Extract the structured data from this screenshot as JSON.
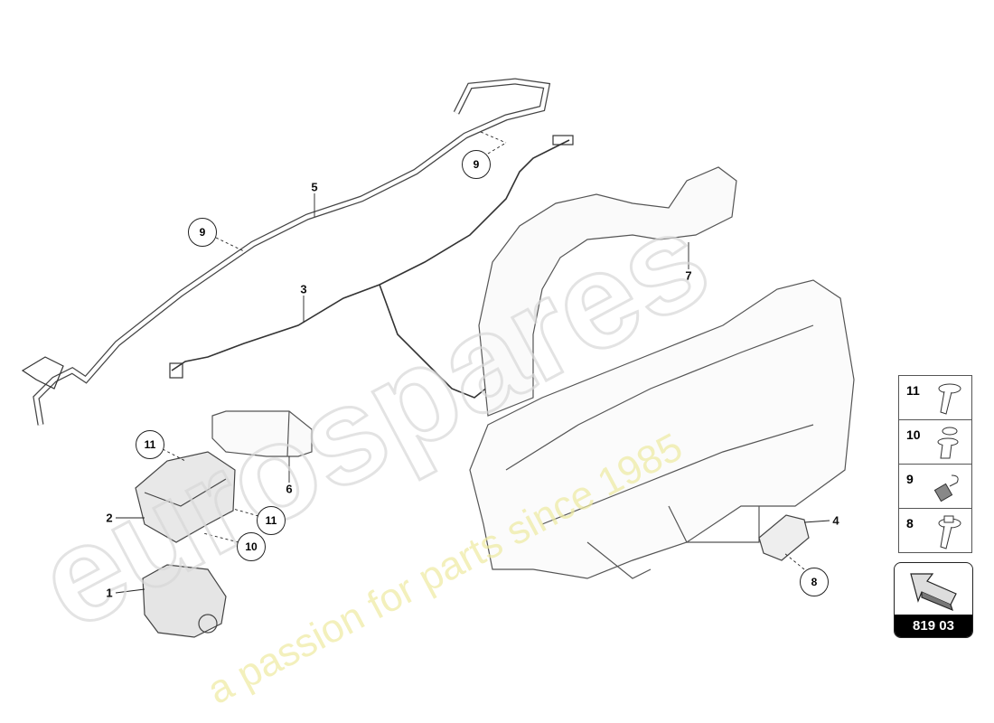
{
  "watermark": {
    "brand": "eurospares",
    "tagline": "a passion for parts since 1985"
  },
  "callouts": [
    {
      "id": "label-5",
      "text": "5"
    },
    {
      "id": "label-3",
      "text": "3"
    },
    {
      "id": "label-7",
      "text": "7"
    },
    {
      "id": "label-6",
      "text": "6"
    },
    {
      "id": "label-2",
      "text": "2"
    },
    {
      "id": "label-1",
      "text": "1"
    },
    {
      "id": "label-4",
      "text": "4"
    }
  ],
  "circled": [
    {
      "id": "circle-9a",
      "text": "9"
    },
    {
      "id": "circle-9b",
      "text": "9"
    },
    {
      "id": "circle-11a",
      "text": "11"
    },
    {
      "id": "circle-11b",
      "text": "11"
    },
    {
      "id": "circle-10",
      "text": "10"
    },
    {
      "id": "circle-8",
      "text": "8"
    }
  ],
  "legend": [
    {
      "num": "11",
      "icon": "screw-washer-icon"
    },
    {
      "num": "10",
      "icon": "expansion-rivet-icon"
    },
    {
      "num": "9",
      "icon": "clip-icon"
    },
    {
      "num": "8",
      "icon": "bolt-icon"
    }
  ],
  "reference": {
    "code": "819 03",
    "icon": "arrow-up-left-icon"
  }
}
